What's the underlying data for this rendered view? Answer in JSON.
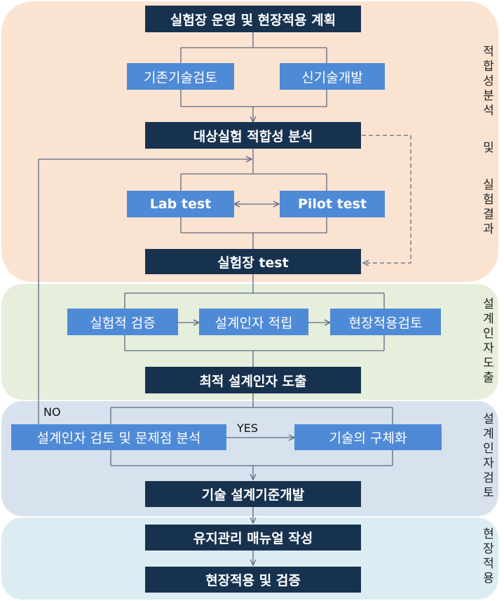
{
  "boxes": {
    "plan": "실험장 운영 및 현장적용 계획",
    "existing_review": "기존기술검토",
    "new_dev": "신기술개발",
    "suitability": "대상실험 적합성 분석",
    "lab_test": "Lab test",
    "pilot_test": "Pilot test",
    "field_test": "실험장 test",
    "exp_verify": "실험적 검증",
    "factor_setup": "설계인자 적립",
    "field_review": "현장적용검토",
    "optimal_factor": "최적 설계인자 도출",
    "factor_review": "설계인자 검토 및 문제점 분석",
    "tech_detail": "기술의 구체화",
    "design_criteria": "기술 설계기준개발",
    "maintenance_manual": "유지관리 매뉴얼 작성",
    "field_apply": "현장적용 및 검증"
  },
  "labels": {
    "no": "NO",
    "yes": "YES"
  },
  "sections": {
    "s1": "적합성분석 및 실험결과",
    "s2": "설계인자도출",
    "s3": "설계인자검토",
    "s4": "현장적용"
  },
  "colors": {
    "dark_box": "#17324f",
    "light_box": "#4f8ad6",
    "zone1": "#fbe3d2",
    "zone2": "#e6eedc",
    "zone3": "#d8e2ee",
    "zone4": "#dbedf3"
  }
}
